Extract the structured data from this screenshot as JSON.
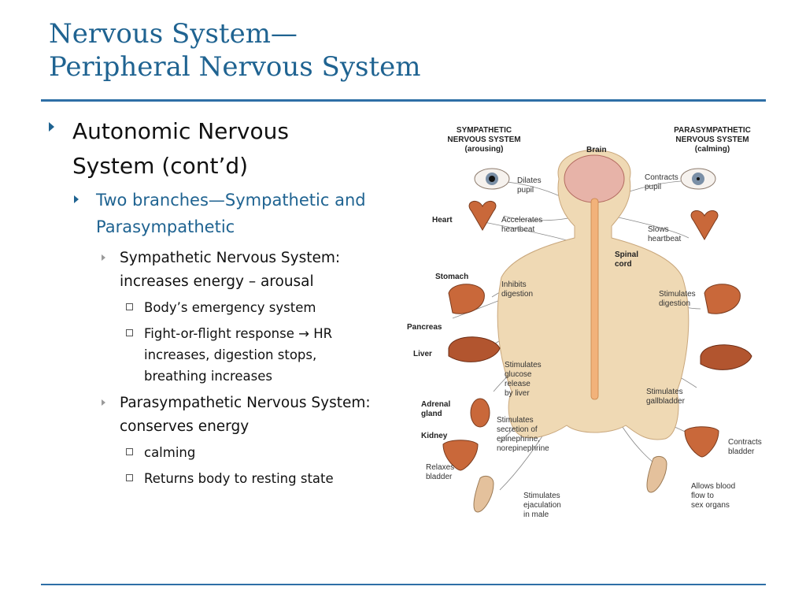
{
  "slide": {
    "title_line1": "Nervous System—",
    "title_line2": "Peripheral Nervous System"
  },
  "bullets": {
    "l1": "Autonomic Nervous System (cont’d)",
    "l2": "Two branches—Sympathetic and Parasympathetic",
    "sympathetic": {
      "text": "Sympathetic Nervous System: increases energy – arousal",
      "items": [
        "Body’s emergency system",
        "Fight-or-flight response → HR increases, digestion stops, breathing increases"
      ]
    },
    "parasympathetic": {
      "text": "Parasympathetic Nervous System: conserves energy",
      "items": [
        "calming",
        "Returns body to resting state"
      ]
    }
  },
  "figure": {
    "sympathetic_header": "SYMPATHETIC\nNERVOUS SYSTEM\n(arousing)",
    "parasympathetic_header": "PARASYMPATHETIC\nNERVOUS SYSTEM\n(calming)",
    "brain": "Brain",
    "spinal_cord": "Spinal\ncord",
    "organs": {
      "heart": "Heart",
      "stomach": "Stomach",
      "pancreas": "Pancreas",
      "liver": "Liver",
      "adrenal_gland": "Adrenal\ngland",
      "kidney": "Kidney"
    },
    "sympathetic_effects": {
      "dilates_pupil": "Dilates\npupil",
      "accelerates_heartbeat": "Accelerates\nheartbeat",
      "inhibits_digestion": "Inhibits\ndigestion",
      "stimulates_glucose": "Stimulates\nglucose\nrelease\nby liver",
      "stimulates_secretion": "Stimulates\nsecretion of\nepinephrine,\nnorepinephrine",
      "relaxes_bladder": "Relaxes\nbladder",
      "stimulates_ejaculation": "Stimulates\nejaculation\nin male"
    },
    "parasympathetic_effects": {
      "contracts_pupil": "Contracts\npupil",
      "slows_heartbeat": "Slows\nheartbeat",
      "stimulates_digestion": "Stimulates\ndigestion",
      "stimulates_gallbladder": "Stimulates\ngallbladder",
      "contracts_bladder": "Contracts\nbladder",
      "allows_blood_flow": "Allows blood\nflow to\nsex organs"
    },
    "colors": {
      "skin": "#efd9b4",
      "spine": "#f2b27a",
      "organ": "#c9683a",
      "liver": "#b2552f",
      "eye_iris": "#7a8fa6"
    }
  }
}
